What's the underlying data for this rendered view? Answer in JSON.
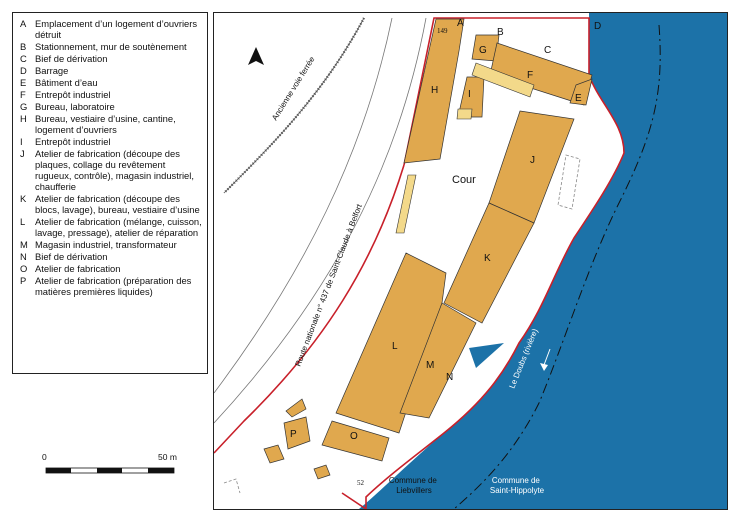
{
  "legend": [
    {
      "key": "A",
      "text": "Emplacement d’un logement d’ouvriers détruit"
    },
    {
      "key": "B",
      "text": "Stationnement, mur de soutènement"
    },
    {
      "key": "C",
      "text": "Bief de dérivation"
    },
    {
      "key": "D",
      "text": "Barrage"
    },
    {
      "key": "E",
      "text": "Bâtiment d’eau"
    },
    {
      "key": "F",
      "text": "Entrepôt industriel"
    },
    {
      "key": "G",
      "text": "Bureau, laboratoire"
    },
    {
      "key": "H",
      "text": "Bureau, vestiaire d’usine, cantine, logement d’ouvriers"
    },
    {
      "key": "I",
      "text": "Entrepôt industriel"
    },
    {
      "key": "J",
      "text": "Atelier de fabrication (découpe des plaques, collage du revêtement rugueux, contrôle), magasin industriel, chaufferie"
    },
    {
      "key": "K",
      "text": "Atelier de fabrication (découpe des blocs, lavage), bureau, vestiaire d’usine"
    },
    {
      "key": "L",
      "text": "Atelier de fabrication (mélange, cuisson, lavage, pressage), atelier de réparation"
    },
    {
      "key": "M",
      "text": "Magasin industriel, transformateur"
    },
    {
      "key": "N",
      "text": "Bief de dérivation"
    },
    {
      "key": "O",
      "text": "Atelier de fabrication"
    },
    {
      "key": "P",
      "text": "Atelier de fabrication (préparation des matières premières liquides)"
    }
  ],
  "scale": {
    "start": "0",
    "end": "50 m"
  },
  "map": {
    "cour": "Cour",
    "railway": "Ancienne voie ferrée",
    "road": "Route nationale n° 437 de Saint-Claude à Belfort",
    "river": "Le Doubs (rivière)",
    "commune_left": [
      "Commune de",
      "Liebvillers"
    ],
    "commune_right": [
      "Commune de",
      "Saint-Hippolyte"
    ],
    "parcel_149": "149",
    "parcel_52": "52",
    "labels": {
      "A": "A",
      "B": "B",
      "C": "C",
      "D": "D",
      "E": "E",
      "F": "F",
      "G": "G",
      "H": "H",
      "I": "I",
      "J": "J",
      "K": "K",
      "L": "L",
      "M": "M",
      "N": "N",
      "O": "O",
      "P": "P"
    }
  },
  "colors": {
    "building": "#e0a84e",
    "building_light": "#f3d98a",
    "river": "#1c72a8",
    "property_line": "#c8202a",
    "outline": "#222222"
  }
}
